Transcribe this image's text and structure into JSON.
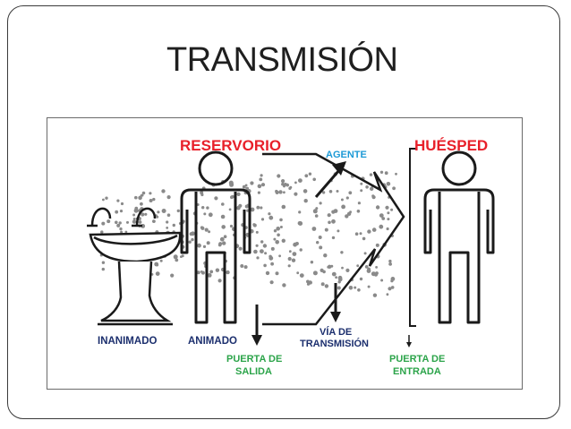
{
  "slide": {
    "title": "TRANSMISIÓN"
  },
  "diagram": {
    "reservoir_label": "RESERVORIO",
    "agent_label": "AGENTE",
    "host_label": "HUÉSPED",
    "inanimate_label": "INANIMADO",
    "animate_label": "ANIMADO",
    "exit_door_line1": "PUERTA DE",
    "exit_door_line2": "SALIDA",
    "transmission_line1": "VÍA DE",
    "transmission_line2": "TRANSMISIÓN",
    "entry_door_line1": "PUERTA DE",
    "entry_door_line2": "ENTRADA",
    "colors": {
      "reservoir_red": "#e8202a",
      "host_red": "#e8202a",
      "agent_blue": "#1d9ad6",
      "label_navy": "#1c2f6e",
      "door_green": "#2ca44a",
      "particle_gray": "#8a8a8a",
      "outline_black": "#1a1a1a"
    }
  }
}
